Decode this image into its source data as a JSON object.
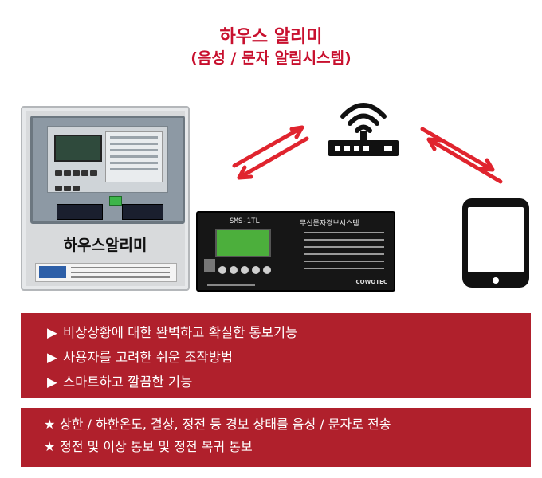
{
  "title": "하우스 알리미",
  "subtitle": "(음성 / 문자 알림시스템)",
  "cabinet": {
    "label": "하우스알리미"
  },
  "device": {
    "model": "SMS-1TL",
    "name": "무선문자경보시스템",
    "brand": "COWOTEC"
  },
  "icons": {
    "router": "wifi-router-icon",
    "phone": "smartphone-icon"
  },
  "colors": {
    "accent": "#c8102e",
    "box": "#b0202c",
    "arrow": "#e0242e"
  },
  "features": [
    {
      "marker": "▶",
      "text": "비상상황에 대한 완벽하고 확실한 통보기능"
    },
    {
      "marker": "▶",
      "text": "사용자를 고려한 쉬운 조작방법"
    },
    {
      "marker": "▶",
      "text": "스마트하고 깔끔한 기능"
    }
  ],
  "notes": [
    {
      "marker": "★",
      "text": "상한 / 하한온도, 결상, 정전 등 경보 상태를 음성 / 문자로 전송"
    },
    {
      "marker": "★",
      "text": "정전 및 이상 통보 및 정전 복귀 통보"
    }
  ]
}
